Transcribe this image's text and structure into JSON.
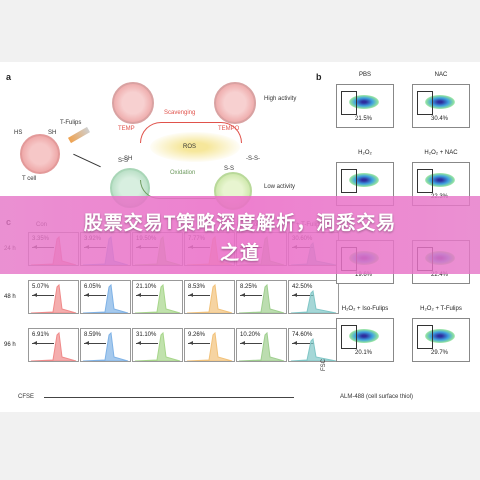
{
  "overlay": {
    "line1": "股票交易T策略深度解析，洞悉交易",
    "line2": "之道"
  },
  "panel_a": {
    "letter": "a",
    "t_cell": "T cell",
    "t_fulips": "T-Fulips",
    "temp": "TEMP",
    "tempo": "TEMPO",
    "scavenging": "Scavenging",
    "ros": "ROS",
    "oxidation": "Oxidation",
    "high_activity": "High activity",
    "low_activity": "Low activity",
    "sh_minus": "-SH",
    "ss_minus": "-S-S-",
    "ss": "S-S",
    "sh": "SH",
    "hs": "HS"
  },
  "panel_b": {
    "letter": "b",
    "conditions": [
      {
        "title": "PBS",
        "pct": "21.5%"
      },
      {
        "title": "NAC",
        "pct": "30.4%"
      },
      {
        "title": "H₂O₂",
        "pct": ""
      },
      {
        "title": "H₂O₂ + NAC",
        "pct": "22.3%"
      },
      {
        "title": "",
        "pct": "19.6%"
      },
      {
        "title": "",
        "pct": "22.4%"
      },
      {
        "title": "H₂O₂ + Iso-Fulips",
        "pct": "20.1%"
      },
      {
        "title": "H₂O₂ + T-Fulips",
        "pct": "29.7%"
      }
    ],
    "y_label": "FSC",
    "x_label": "ALM-488 (cell surface thiol)"
  },
  "panel_c": {
    "letter": "c",
    "col_headers": [
      "Con",
      "",
      "",
      "",
      "+ Iso-Fulips",
      "+ T-Fulips"
    ],
    "rows": [
      {
        "label": "24 h",
        "values": [
          "3.35%",
          "3.92%",
          "19.50%",
          "7.77%",
          "",
          "30.60%"
        ]
      },
      {
        "label": "48 h",
        "values": [
          "5.07%",
          "6.05%",
          "21.10%",
          "8.53%",
          "8.25%",
          "42.50%"
        ]
      },
      {
        "label": "96 h",
        "values": [
          "6.91%",
          "8.59%",
          "31.10%",
          "9.26%",
          "10.20%",
          "74.60%"
        ]
      }
    ],
    "x_label": "CFSE",
    "colors": [
      "#f08a8a",
      "#7fb2e6",
      "#a7d68a",
      "#f2c27a",
      "#9fcf8f",
      "#7fc6c6"
    ]
  }
}
